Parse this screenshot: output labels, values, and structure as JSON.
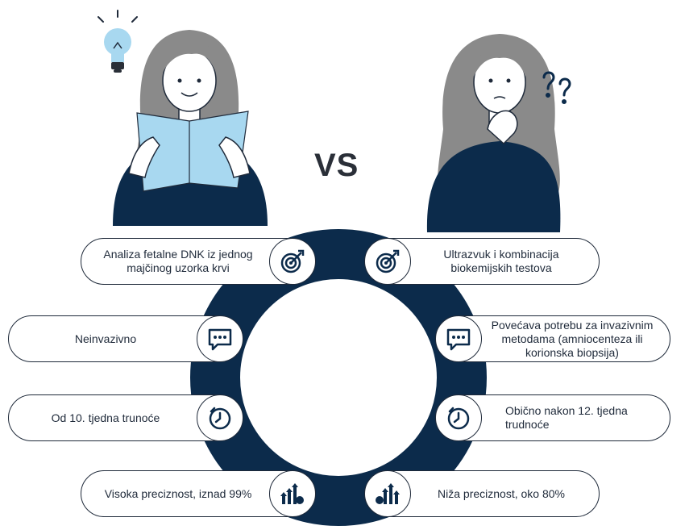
{
  "title": "VS",
  "colors": {
    "navy": "#0c2b4b",
    "bulb": "#a8d8f0",
    "paper": "#a8d8f0",
    "hair": "#8a8a8a"
  },
  "left_items": [
    {
      "text": "Analiza fetalne DNK iz jednog\nmajčinog uzorka krvi",
      "icon": "target-icon"
    },
    {
      "text": "Neinvazivno",
      "icon": "chat-bubble-icon"
    },
    {
      "text": "Od 10. tjedna trunoće",
      "icon": "clock-icon"
    },
    {
      "text": "Visoka preciznost, iznad 99%",
      "icon": "growth-chart-icon"
    }
  ],
  "right_items": [
    {
      "text": "Ultrazvuk i kombinacija\nbiokemijskih testova",
      "icon": "target-icon"
    },
    {
      "text": "Povećava potrebu za invazivnim\nmetodama (amniocenteza ili\nkorionska biopsija)",
      "icon": "chat-bubble-icon"
    },
    {
      "text": "Obično nakon 12. tjedna\ntrudnoće",
      "icon": "clock-icon"
    },
    {
      "text": "Niža preciznost, oko 80%",
      "icon": "decline-chart-icon"
    }
  ]
}
